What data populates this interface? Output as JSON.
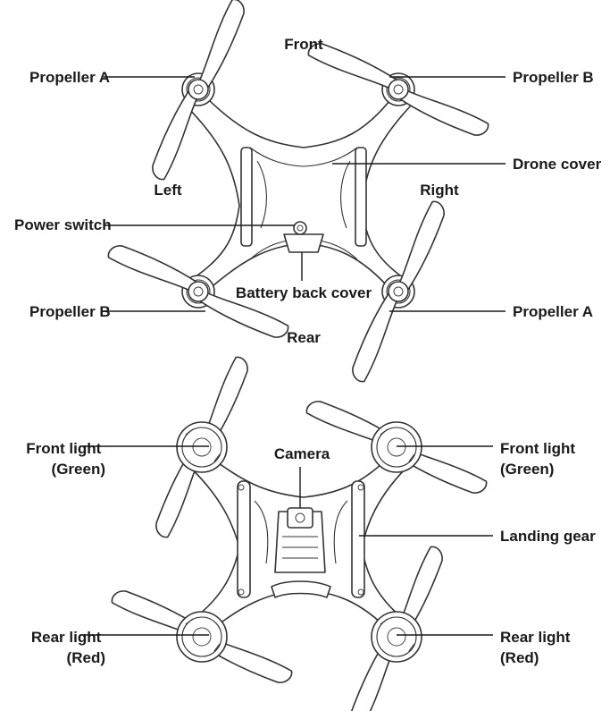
{
  "top_view": {
    "labels": {
      "front": "Front",
      "rear": "Rear",
      "left": "Left",
      "right": "Right",
      "propeller_a_front_left": "Propeller A",
      "propeller_b_front_right": "Propeller B",
      "drone_cover": "Drone cover",
      "power_switch": "Power switch",
      "battery_back_cover": "Battery back cover",
      "propeller_b_rear_left": "Propeller B",
      "propeller_a_rear_right": "Propeller A"
    }
  },
  "bottom_view": {
    "labels": {
      "front_light_left": [
        "Front light",
        "(Green)"
      ],
      "front_light_right": [
        "Front light",
        "(Green)"
      ],
      "camera": "Camera",
      "landing_gear": "Landing gear",
      "rear_light_left": [
        "Rear light",
        "(Red)"
      ],
      "rear_light_right": [
        "Rear light",
        "(Red)"
      ]
    }
  }
}
